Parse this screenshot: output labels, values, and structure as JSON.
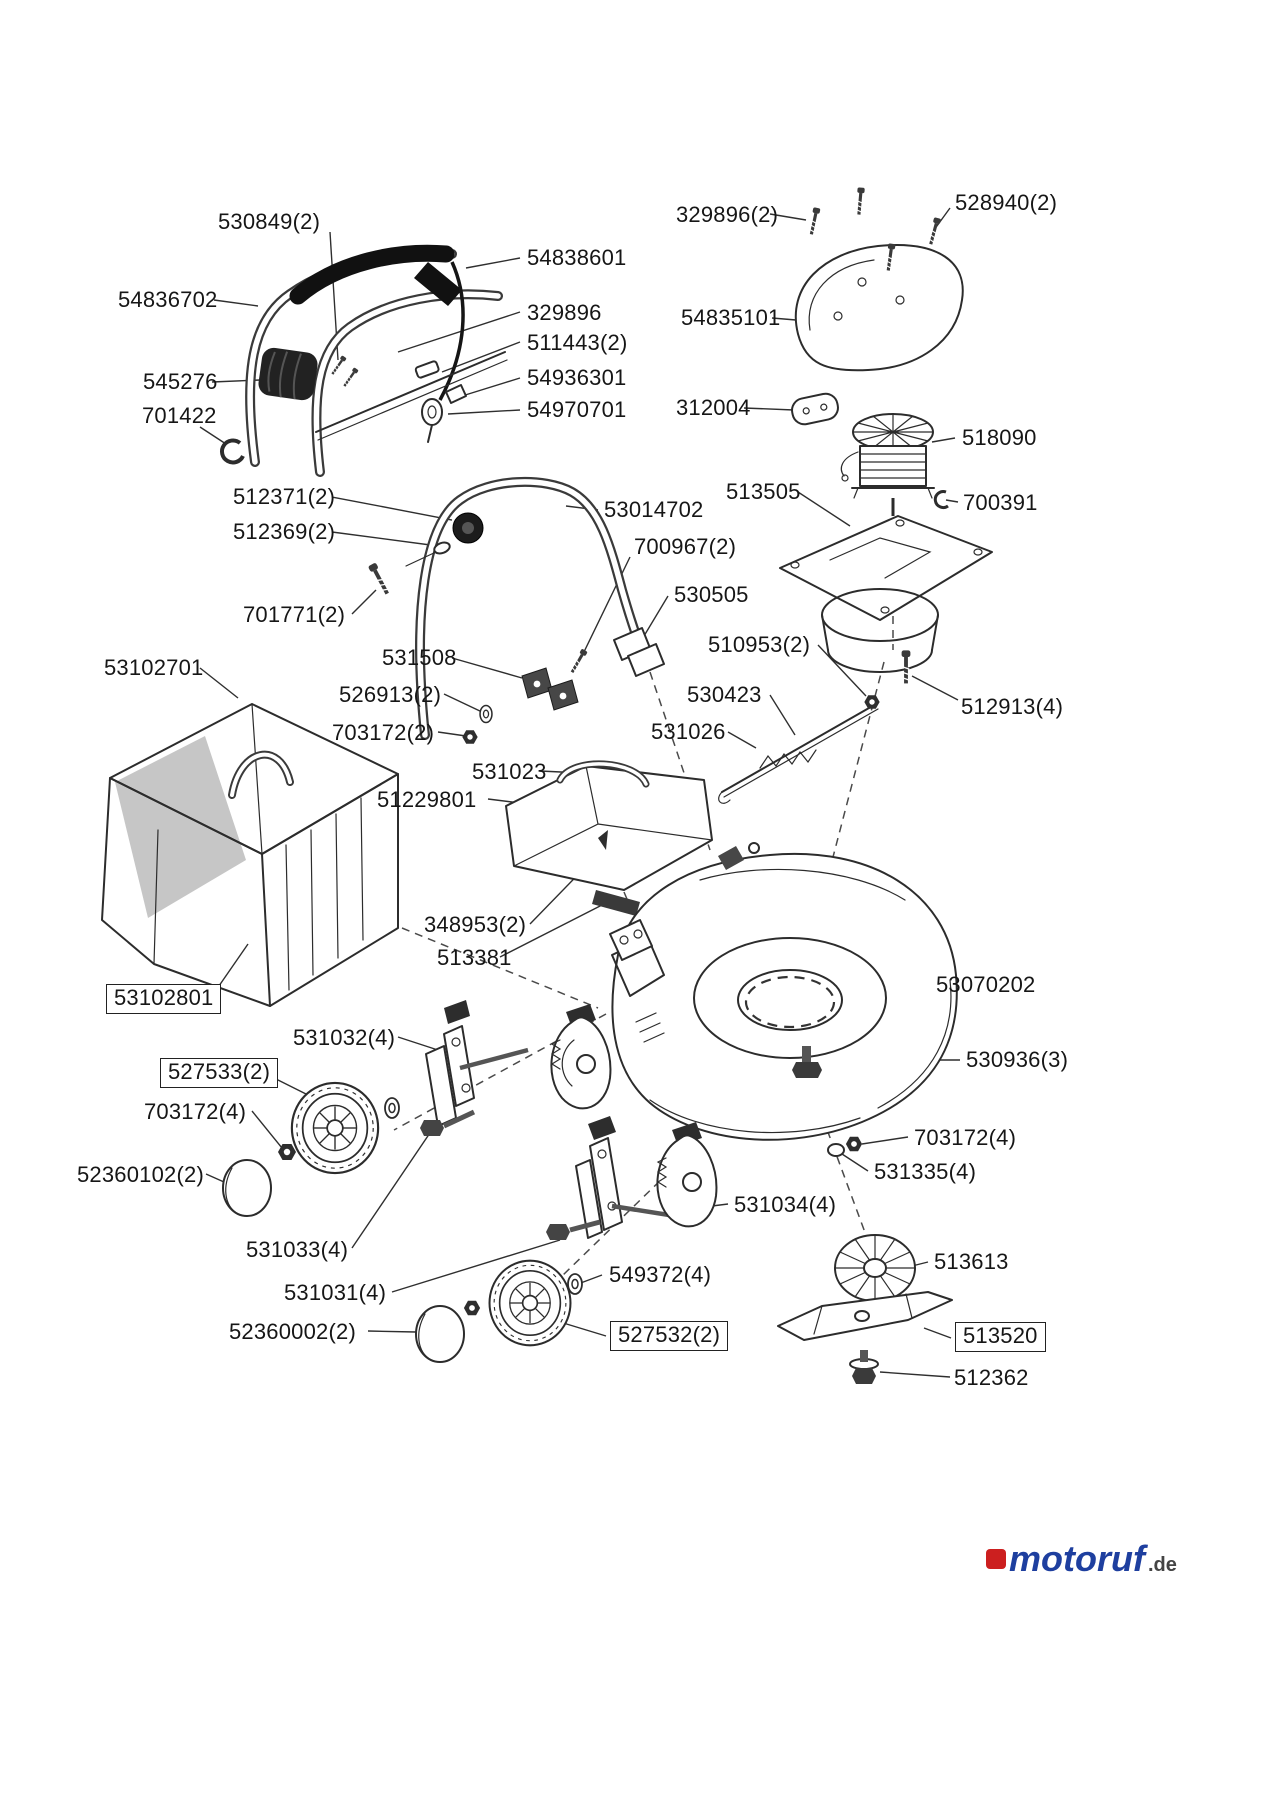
{
  "page": {
    "type": "exploded-parts-diagram",
    "subject": "Lawn mower spare parts diagram",
    "background": "#ffffff",
    "line_color": "#2c2c2c",
    "shade_color": "#c6c6c6"
  },
  "labels": [
    {
      "text": "530849(2)"
    },
    {
      "text": "54838601"
    },
    {
      "text": "54836702"
    },
    {
      "text": "329896"
    },
    {
      "text": "511443(2)"
    },
    {
      "text": "54936301"
    },
    {
      "text": "54970701"
    },
    {
      "text": "545276"
    },
    {
      "text": "701422"
    },
    {
      "text": "329896(2)"
    },
    {
      "text": "528940(2)"
    },
    {
      "text": "54835101"
    },
    {
      "text": "312004"
    },
    {
      "text": "518090"
    },
    {
      "text": "513505"
    },
    {
      "text": "700391"
    },
    {
      "text": "512371(2)"
    },
    {
      "text": "512369(2)"
    },
    {
      "text": "53014702"
    },
    {
      "text": "700967(2)"
    },
    {
      "text": "701771(2)"
    },
    {
      "text": "530505"
    },
    {
      "text": "510953(2)"
    },
    {
      "text": "531508"
    },
    {
      "text": "530423"
    },
    {
      "text": "526913(2)"
    },
    {
      "text": "531026"
    },
    {
      "text": "703172(2)"
    },
    {
      "text": "512913(4)"
    },
    {
      "text": "53102701"
    },
    {
      "text": "531023"
    },
    {
      "text": "51229801"
    },
    {
      "text": "348953(2)"
    },
    {
      "text": "513381"
    },
    {
      "text": "53102801",
      "boxed": true
    },
    {
      "text": "53070202"
    },
    {
      "text": "531032(4)"
    },
    {
      "text": "530936(3)"
    },
    {
      "text": "527533(2)",
      "boxed": true
    },
    {
      "text": "703172(4)"
    },
    {
      "text": "703172(4)"
    },
    {
      "text": "531335(4)"
    },
    {
      "text": "52360102(2)"
    },
    {
      "text": "531034(4)"
    },
    {
      "text": "531033(4)"
    },
    {
      "text": "513613"
    },
    {
      "text": "531031(4)"
    },
    {
      "text": "549372(4)"
    },
    {
      "text": "52360002(2)"
    },
    {
      "text": "527532(2)",
      "boxed": true
    },
    {
      "text": "513520",
      "boxed": true
    },
    {
      "text": "512362"
    }
  ],
  "watermark": {
    "brand": "motoruf",
    "tld": ".de",
    "brand_color": "#1e3f9f",
    "accent_color": "#cc1f1f"
  }
}
